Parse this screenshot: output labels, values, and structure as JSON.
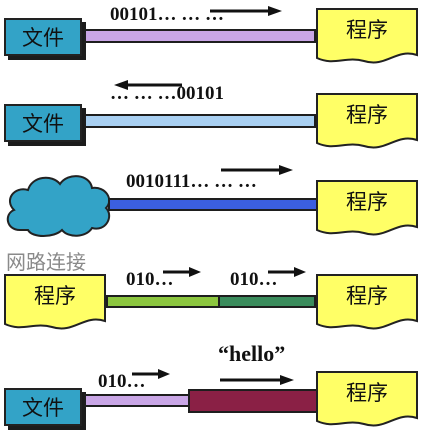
{
  "rows": [
    {
      "source": "文件",
      "target": "程序",
      "stream": "00101… … …",
      "pipe_color": "#c9a6e6"
    },
    {
      "source": "文件",
      "target": "程序",
      "stream": "… … …00101",
      "pipe_color": "#a9d0f2"
    },
    {
      "source_icon": "cloud-icon",
      "target": "程序",
      "stream": "0010111… … …",
      "pipe_color": "#3b5fe0",
      "network_label": "网路连接"
    },
    {
      "source": "程序",
      "target": "程序",
      "stream_left": "010…",
      "stream_right": "010…",
      "pipe_left_color": "#8cc63f",
      "pipe_right_color": "#3a8c5c"
    },
    {
      "source": "文件",
      "target": "程序",
      "stream_left": "010…",
      "stream_right": "“hello”",
      "pipe_left_color": "#c9a6e6",
      "buffer_color": "#8a2045"
    }
  ],
  "colors": {
    "file_box": "#33a3c7",
    "program_box": "#ffff66",
    "cloud": "#33a3c7"
  }
}
